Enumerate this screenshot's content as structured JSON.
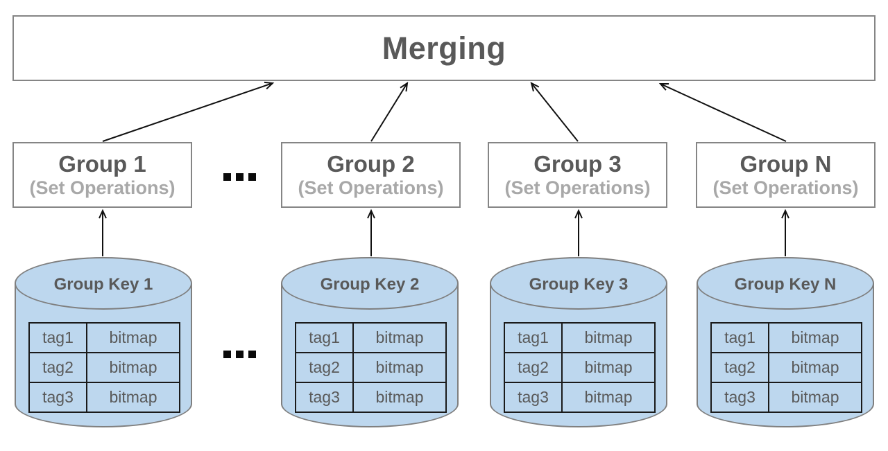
{
  "merging": {
    "label": "Merging"
  },
  "groups": [
    {
      "title": "Group 1",
      "subtitle": "(Set Operations)"
    },
    {
      "title": "Group 2",
      "subtitle": "(Set Operations)"
    },
    {
      "title": "Group 3",
      "subtitle": "(Set Operations)"
    },
    {
      "title": "Group N",
      "subtitle": "(Set Operations)"
    }
  ],
  "ellipsis": {
    "between_groups": "...",
    "between_stores": "..."
  },
  "cylinders": [
    {
      "title": "Group Key 1",
      "rows": [
        [
          "tag1",
          "bitmap"
        ],
        [
          "tag2",
          "bitmap"
        ],
        [
          "tag3",
          "bitmap"
        ]
      ]
    },
    {
      "title": "Group Key 2",
      "rows": [
        [
          "tag1",
          "bitmap"
        ],
        [
          "tag2",
          "bitmap"
        ],
        [
          "tag3",
          "bitmap"
        ]
      ]
    },
    {
      "title": "Group Key 3",
      "rows": [
        [
          "tag1",
          "bitmap"
        ],
        [
          "tag2",
          "bitmap"
        ],
        [
          "tag3",
          "bitmap"
        ]
      ]
    },
    {
      "title": "Group Key N",
      "rows": [
        [
          "tag1",
          "bitmap"
        ],
        [
          "tag2",
          "bitmap"
        ],
        [
          "tag3",
          "bitmap"
        ]
      ]
    }
  ],
  "colors": {
    "cylinder_fill": "#bdd7ee",
    "cylinder_border": "#7f7f7f",
    "box_border": "#858585",
    "title_text": "#595959",
    "subtitle_text": "#a8a8a8",
    "table_border": "#1a1a1a",
    "arrow": "#111111"
  }
}
